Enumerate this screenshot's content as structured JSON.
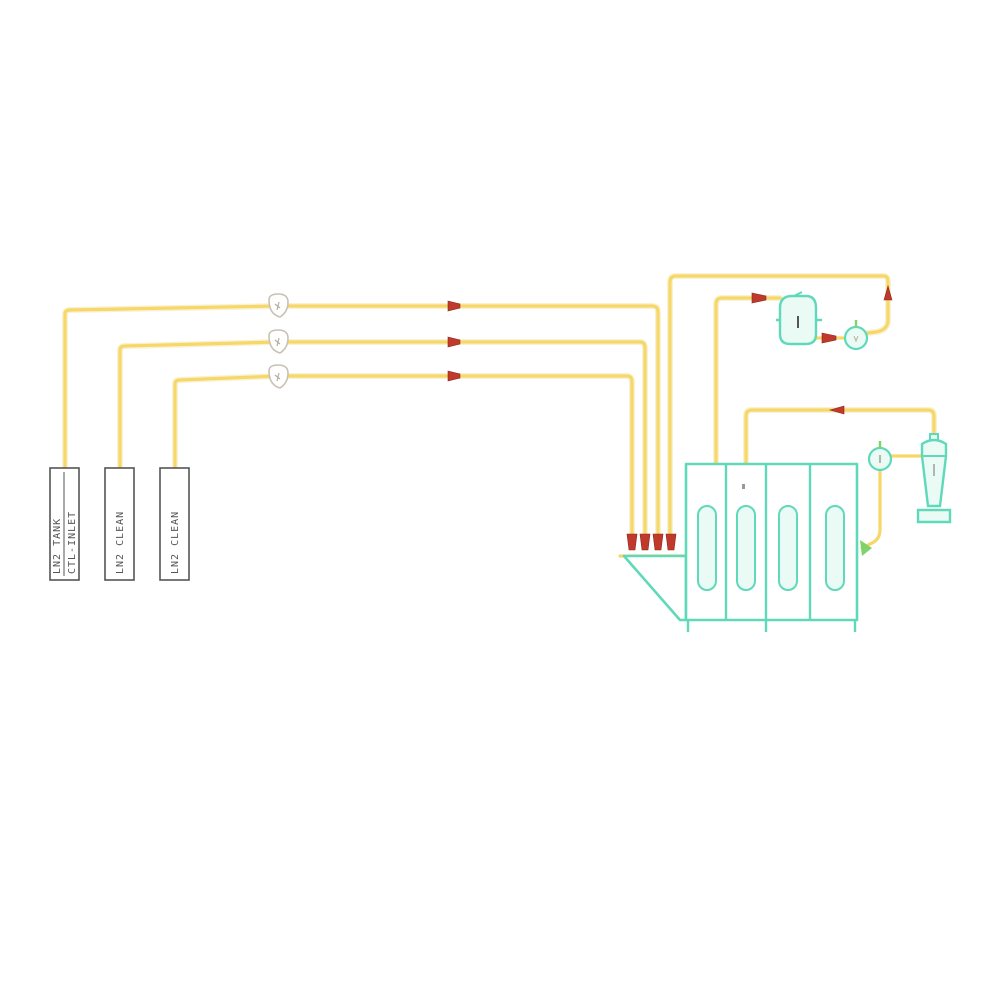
{
  "diagram": {
    "colors": {
      "pipe": "#f7d768",
      "equipment": "#5fd9b9",
      "equipment_fill": "#eafaf5",
      "valve": "#c0392b",
      "valve_dark": "#7a1f12",
      "tank_outline": "#555555",
      "pump": "#c9c2b4"
    },
    "tanks": [
      {
        "label_left": "LN2 TANK",
        "label_right": "CTL-INLET"
      },
      {
        "label_left": "LN2 CLEAN",
        "label_right": ""
      },
      {
        "label_left": "LN2 CLEAN",
        "label_right": ""
      }
    ],
    "icons": {
      "pump": "pump-icon",
      "valve": "valve-icon",
      "compressor": "compressor-icon",
      "flask": "flask-icon",
      "cyclone": "cyclone-separator-icon"
    }
  }
}
